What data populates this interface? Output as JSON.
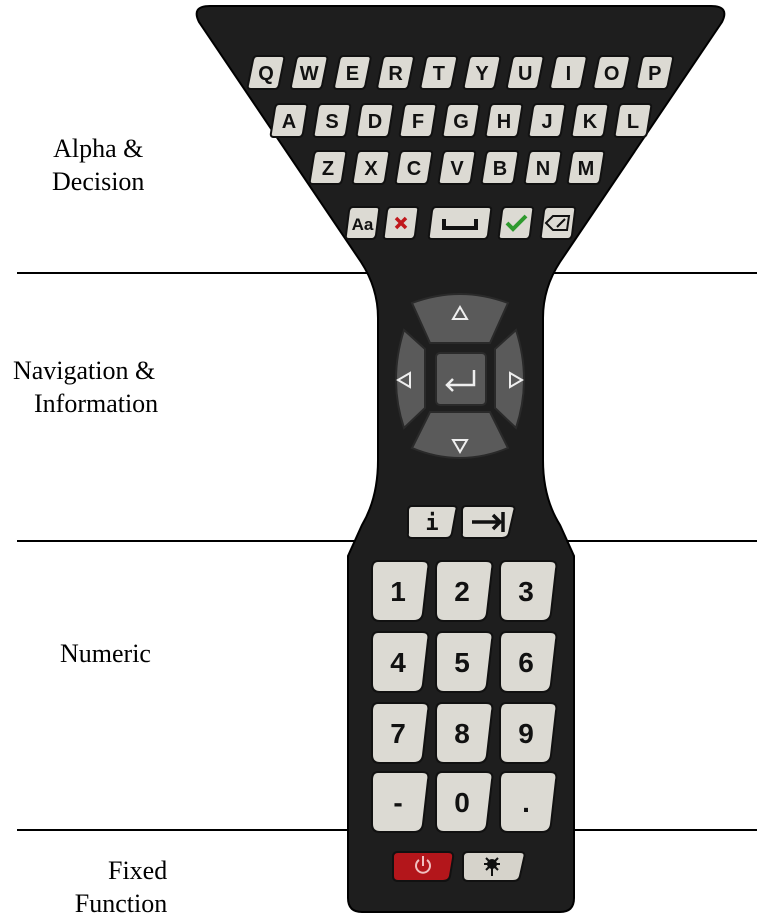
{
  "sections": [
    {
      "id": "alpha",
      "line1": "Alpha &",
      "line2": "Decision"
    },
    {
      "id": "nav",
      "line1": "Navigation &",
      "line2": "Information"
    },
    {
      "id": "numeric",
      "line1": "Numeric",
      "line2": ""
    },
    {
      "id": "fixed",
      "line1": "Fixed",
      "line2": "Function"
    }
  ],
  "alpha_rows": [
    [
      "Q",
      "W",
      "E",
      "R",
      "T",
      "Y",
      "U",
      "I",
      "O",
      "P"
    ],
    [
      "A",
      "S",
      "D",
      "F",
      "G",
      "H",
      "J",
      "K",
      "L"
    ],
    [
      "Z",
      "X",
      "C",
      "V",
      "B",
      "N",
      "M"
    ]
  ],
  "decision_keys": [
    {
      "name": "case-toggle-button",
      "icon": "Aa",
      "label": "Aa"
    },
    {
      "name": "cancel-button",
      "icon": "x-mark-icon"
    },
    {
      "name": "space-button",
      "icon": "space-bar-icon"
    },
    {
      "name": "accept-button",
      "icon": "check-mark-icon"
    },
    {
      "name": "backspace-button",
      "icon": "backspace-icon"
    }
  ],
  "navigation": {
    "up": "up-arrow-icon",
    "down": "down-arrow-icon",
    "left": "left-arrow-icon",
    "right": "right-arrow-icon",
    "enter": "enter-icon"
  },
  "info_keys": [
    {
      "name": "info-button",
      "icon": "info-icon",
      "label": "i"
    },
    {
      "name": "tab-button",
      "icon": "tab-arrow-icon"
    }
  ],
  "numeric_rows": [
    [
      "1",
      "2",
      "3"
    ],
    [
      "4",
      "5",
      "6"
    ],
    [
      "7",
      "8",
      "9"
    ],
    [
      "-",
      "0",
      "."
    ]
  ],
  "fixed_keys": [
    {
      "name": "power-button",
      "icon": "power-icon",
      "color": "#b3161b"
    },
    {
      "name": "backlight-button",
      "icon": "light-bulb-icon",
      "color": "#d6d3cb"
    }
  ],
  "colors": {
    "body": "#1e1e1e",
    "key": "#dcdad3",
    "key_dark": "#5a5a5a",
    "accept": "#2e9a2e",
    "cancel": "#c0181c"
  }
}
